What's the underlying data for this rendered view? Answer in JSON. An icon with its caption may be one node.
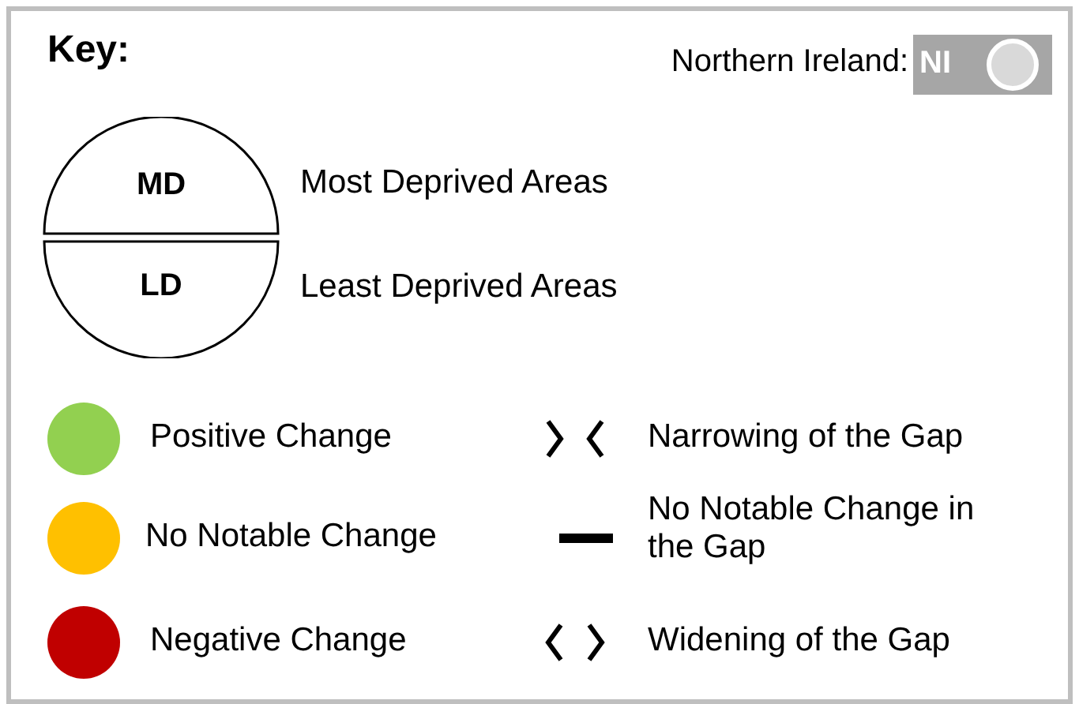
{
  "diagram": {
    "title": "Key:",
    "nodes": [
      {
        "text": [
          "MD"
        ],
        "beside": [
          "Most Deprived Areas"
        ]
      },
      {
        "text": [
          "LD"
        ],
        "beside": [
          "Least Deprived Areas"
        ]
      },
      {
        "text": [
          "NI"
        ]
      }
    ],
    "labels": [
      "Northern Ireland:"
    ],
    "legend": [
      {
        "text": "Positive Change",
        "color": "#92d050"
      },
      {
        "text": "Narrowing of the Gap"
      },
      {
        "text": "No Notable Change",
        "color": "#ffc000"
      },
      {
        "text": "No Notable Change in the Gap"
      },
      {
        "text": "Negative Change",
        "color": "#c00000"
      },
      {
        "text": "Widening of the Gap"
      }
    ]
  }
}
